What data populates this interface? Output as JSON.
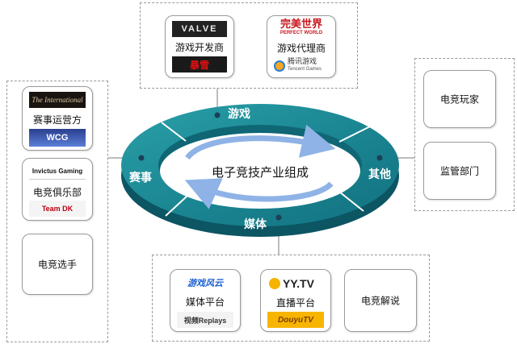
{
  "center_title": "电子竞技产业组成",
  "ring_segments": {
    "games": "游戏",
    "events": "赛事",
    "media": "媒体",
    "other": "其他"
  },
  "top_group": {
    "developer": {
      "label": "游戏开发商",
      "logos": [
        "VALVE",
        "暴雪"
      ]
    },
    "publisher": {
      "label": "游戏代理商",
      "logos": [
        "完美世界",
        "PERFECT WORLD",
        "腾讯游戏",
        "Tencent Games"
      ]
    }
  },
  "left_group": {
    "operator": {
      "label": "赛事运营方",
      "logos": [
        "The International",
        "WCG"
      ]
    },
    "club": {
      "label": "电竞俱乐部",
      "logos": [
        "Invictus Gaming",
        "Team DK"
      ]
    },
    "player": {
      "label": "电竞选手"
    }
  },
  "bottom_group": {
    "media_platform": {
      "label": "媒体平台",
      "logos": [
        "游戏风云",
        "视频Replays"
      ]
    },
    "live_platform": {
      "label": "直播平台",
      "logos": [
        "YY.TV",
        "DouyuTV"
      ]
    },
    "commentary": {
      "label": "电竞解说"
    }
  },
  "right_group": {
    "gamers": {
      "label": "电竞玩家"
    },
    "regulators": {
      "label": "监管部门"
    }
  },
  "colors": {
    "ring_teal": "#1f8f9a",
    "ring_dark": "#0e5f6e",
    "arrow_blue": "#8fb3e6",
    "dot": "#1c5a78"
  }
}
